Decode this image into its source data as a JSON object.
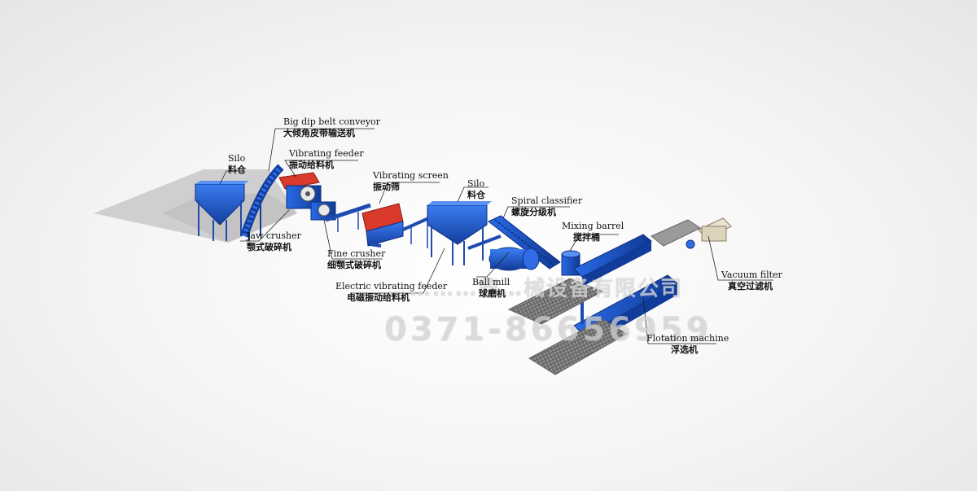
{
  "colors": {
    "equipment_blue": "#1f5fd6",
    "equipment_dark": "#123c9a",
    "crusher_red": "#d93a2b",
    "ground": "#cfcfcf",
    "leader": "#222222"
  },
  "labels": {
    "silo1": {
      "en": "Silo",
      "zh": "料仓"
    },
    "big_dip": {
      "en": "Big dip belt conveyor",
      "zh": "大倾角皮带输送机"
    },
    "vib_feeder": {
      "en": "Vibrating feeder",
      "zh": "振动给料机"
    },
    "jaw": {
      "en": "Jaw crusher",
      "zh": "颚式破碎机"
    },
    "vib_screen": {
      "en": "Vibrating screen",
      "zh": "振动筛"
    },
    "fine": {
      "en": "Fine crusher",
      "zh": "细颚式破碎机"
    },
    "silo2": {
      "en": "Silo",
      "zh": "料仓"
    },
    "elec_feeder": {
      "en": "Electric vibrating feeder",
      "zh": "电磁振动给料机"
    },
    "spiral": {
      "en": "Spiral classifier",
      "zh": "螺旋分级机"
    },
    "ball_mill": {
      "en": "Ball mill",
      "zh": "球磨机"
    },
    "mixing": {
      "en": "Mixing barrel",
      "zh": "搅拌桶"
    },
    "vacuum": {
      "en": "Vacuum filter",
      "zh": "真空过滤机"
    },
    "flotation": {
      "en": "Flotation machine",
      "zh": "浮选机"
    }
  },
  "watermark": {
    "company": "…………鼎…械设备有限公司",
    "phone": "0371-86656959"
  }
}
